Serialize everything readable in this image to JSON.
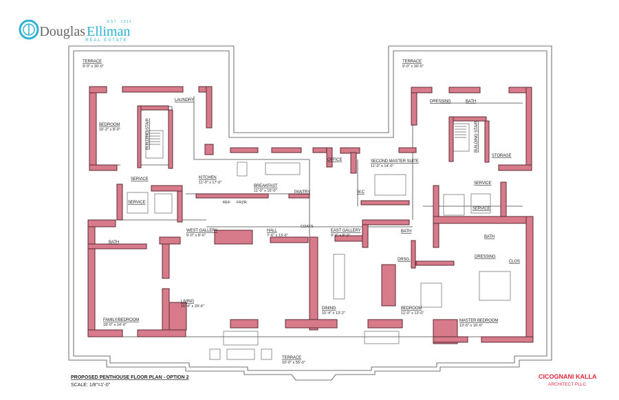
{
  "logo": {
    "brand_left": "Douglas",
    "brand_right": "Elliman",
    "established": "EST. 1911",
    "tagline": "REAL ESTATE",
    "accent_color": "#2bb1d3"
  },
  "rooms": {
    "terrace_west": {
      "name": "TERRACE",
      "dims": "9'-0\" x 30'-0\""
    },
    "terrace_east": {
      "name": "TERRACE",
      "dims": "9'-0\" x 30'-0\""
    },
    "laundry": {
      "name": "LAUNDRY"
    },
    "bedroom_west": {
      "name": "BEDROOM",
      "dims": "16'-2\" x 8'-0\""
    },
    "stair_west": {
      "name": "BUILDING STAIR"
    },
    "service_west": {
      "name": "SERVICE"
    },
    "service_elev_west": {
      "name": "SERVICE"
    },
    "kitchen": {
      "name": "KITCHEN",
      "dims": "11'-0\" x 17'-0\""
    },
    "breakfast": {
      "name": "BREAKFAST",
      "dims": "11'-0\" x 16'-0\""
    },
    "ref": {
      "name": "REF"
    },
    "frzr": {
      "name": "FRZR"
    },
    "pantry": {
      "name": "PANTRY"
    },
    "office": {
      "name": "OFFICE"
    },
    "wc": {
      "name": "W.C"
    },
    "second_master": {
      "name": "SECOND MASTER SUITE",
      "dims": "11'-0\" x 14'-0\""
    },
    "dressing_ne": {
      "name": "DRESSING"
    },
    "bath_ne": {
      "name": "BATH"
    },
    "stair_east": {
      "name": "BUILDING STAIR"
    },
    "storage": {
      "name": "STORAGE"
    },
    "service_east": {
      "name": "SERVICE"
    },
    "service_elev_east": {
      "name": "SERVICE"
    },
    "bath_west": {
      "name": "BATH"
    },
    "west_gallery": {
      "name": "WEST GALLERY",
      "dims": "9'-0\" x 8'-0\""
    },
    "hall": {
      "name": "HALL",
      "dims": "7'-6\" x 13'-6\""
    },
    "coats": {
      "name": "COATS"
    },
    "east_gallery": {
      "name": "EAST GALLERY",
      "dims": "9'-0\" x 8'-0\""
    },
    "bath_mid": {
      "name": "BATH"
    },
    "bath_se": {
      "name": "BATH"
    },
    "drsg": {
      "name": "DRSG."
    },
    "dressing_se": {
      "name": "DRESSING"
    },
    "clos": {
      "name": "CLOS"
    },
    "living": {
      "name": "LIVING",
      "dims": "15'-4\" x 29'-6\""
    },
    "dining": {
      "name": "DINING",
      "dims": "15'-4\" x 13'-2\""
    },
    "bedroom_se": {
      "name": "BEDROOM",
      "dims": "11'-0\" x 13'-0\""
    },
    "family_bedroom": {
      "name": "FAMILY/BEDROOM",
      "dims": "18'-0\" x 14'-0\""
    },
    "master_bedroom": {
      "name": "MASTER BEDROOM",
      "dims": "13'-6\" x 16'-6\""
    },
    "terrace_south": {
      "name": "TERRACE",
      "dims": "10'-0\" x 55'-0\""
    }
  },
  "footer": {
    "title": "PROPOSED PENTHOUSE FLOOR PLAN - OPTION 2",
    "scale": "SCALE: 1/8\"=1'-0\"",
    "architect": "CICOGNANI KALLA",
    "architect_sub": "ARCHITECT PLLC",
    "architect_color": "#e0283c",
    "wall_color": "#d77a8a"
  }
}
